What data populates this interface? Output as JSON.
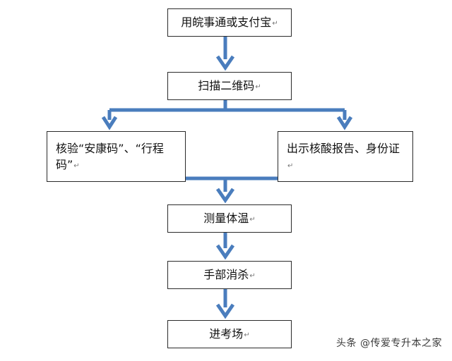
{
  "flowchart": {
    "steps": [
      {
        "id": "b1",
        "text": "用皖事通或支付宝"
      },
      {
        "id": "b2",
        "text": "扫描二维码"
      },
      {
        "id": "b3",
        "text": "核验“安康码”、“行程码”"
      },
      {
        "id": "b4",
        "text": "出示核酸报告、身份证"
      },
      {
        "id": "b5",
        "text": "测量体温"
      },
      {
        "id": "b6",
        "text": "手部消杀"
      },
      {
        "id": "b7",
        "text": "进考场"
      }
    ],
    "paragraph_mark": "↵"
  },
  "colors": {
    "arrow": "#4a7dbd",
    "box_border": "#2a2a2a",
    "text": "#111111"
  },
  "watermark": "头条 @传爱专升本之家"
}
